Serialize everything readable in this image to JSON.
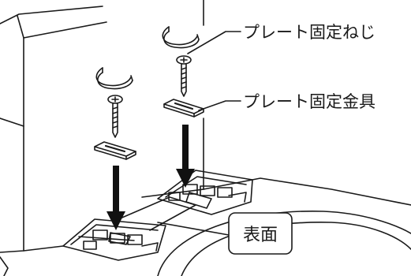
{
  "labels": {
    "screw": "プレート固定ねじ",
    "bracket": "プレート固定金具",
    "surface": "表面"
  },
  "colors": {
    "line": "#1a1a1a",
    "fill": "#ffffff",
    "arrow": "#111111"
  },
  "icons": [
    "c-clip-icon",
    "screw-icon",
    "plate-icon",
    "arrow-down-icon",
    "mounting-plate-icon"
  ]
}
